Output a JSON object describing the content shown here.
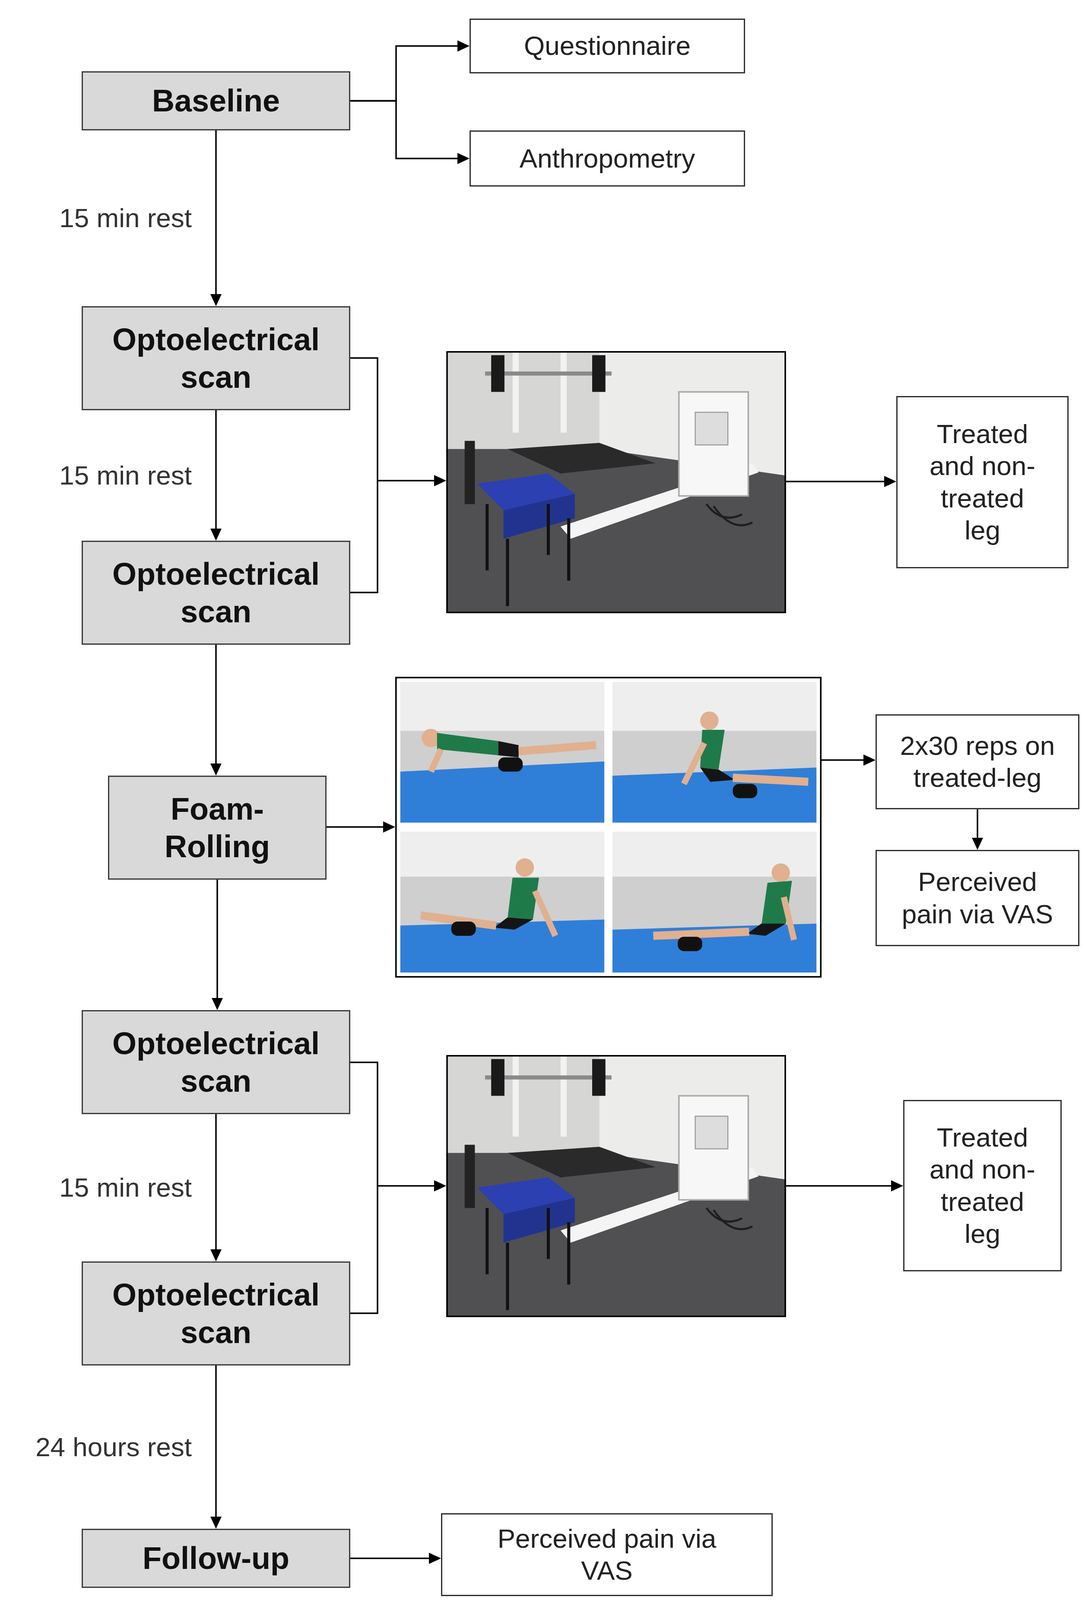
{
  "diagram": {
    "nodes": [
      {
        "text": [
          "Baseline"
        ]
      },
      {
        "text": [
          "Questionnaire"
        ]
      },
      {
        "text": [
          "Anthropometry"
        ]
      },
      {
        "text": [
          "Optoelectrical scan"
        ]
      },
      {
        "text": [
          "Optoelectrical scan"
        ]
      },
      {
        "text": [
          "Treated and non-treated leg"
        ]
      },
      {
        "text": [
          "Foam-Rolling"
        ]
      },
      {
        "text": [
          "2x30 reps on treated-leg"
        ]
      },
      {
        "text": [
          "Perceived pain via VAS"
        ]
      },
      {
        "text": [
          "Optoelectrical scan"
        ]
      },
      {
        "text": [
          "Optoelectrical scan"
        ]
      },
      {
        "text": [
          "Treated and non-treated leg"
        ]
      },
      {
        "text": [
          "Follow-up"
        ]
      },
      {
        "text": [
          "Perceived pain via VAS"
        ]
      }
    ],
    "edges": [
      {
        "from": 0,
        "to": 1,
        "arrow": "to"
      },
      {
        "from": 0,
        "to": 2,
        "arrow": "to"
      },
      {
        "from": 0,
        "to": 3,
        "label": "15 min rest",
        "arrow": "to"
      },
      {
        "from": 3,
        "to": 4,
        "label": "15 min rest",
        "arrow": "to"
      },
      {
        "from": 4,
        "to": 6,
        "arrow": "to"
      },
      {
        "from": 6,
        "to": 9,
        "arrow": "to"
      },
      {
        "from": 7,
        "to": 8,
        "arrow": "to"
      },
      {
        "from": 9,
        "to": 10,
        "label": "15 min rest",
        "arrow": "to"
      },
      {
        "from": 10,
        "to": 12,
        "label": "24 hours rest",
        "arrow": "to"
      },
      {
        "from": 12,
        "to": 13,
        "arrow": "to"
      }
    ]
  }
}
